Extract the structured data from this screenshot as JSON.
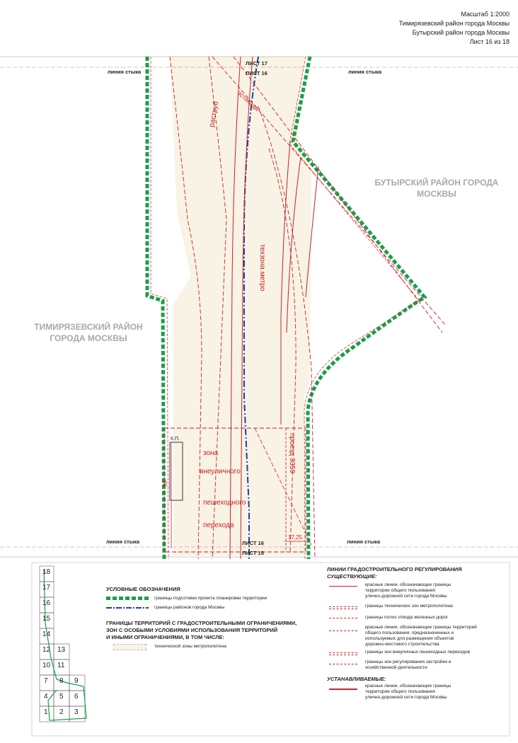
{
  "header": {
    "scale": "Масштаб 1:2000",
    "district1": "Тимирязевский район города Москвы",
    "district2": "Бутырский район города Москвы",
    "sheet": "Лист 16 из 18"
  },
  "map": {
    "stitch_label": "линия стыка",
    "sheet17": "ЛИСТ 17",
    "sheet16": "ЛИСТ 16",
    "sheet15": "ЛИСТ 15",
    "district_left_1": "ТИМИРЯЗЕВСКИЙ РАЙОН",
    "district_left_2": "ГОРОДА МОСКВЫ",
    "district_right_1": "БУТЫРСКИЙ РАЙОН ГОРОДА",
    "district_right_2": "МОСКВЫ",
    "label_rastrub": "раструб",
    "label_estakada": "эстакада",
    "label_tekhzona": "техзона метро",
    "label_proezd": "проезд 3359",
    "label_zona_1": "зона",
    "label_zona_2": "внеуличного",
    "label_zona_3": "пешеходного",
    "label_zona_4": "перехода",
    "label_kp": "К.П.",
    "label_96": "96",
    "label_1725": "17,25"
  },
  "legend": {
    "title": "УСЛОВНЫЕ ОБОЗНАЧЕНИЯ",
    "item_planning": "границы подготовки проекта планировки территории",
    "item_districts": "границы районов города Москвы",
    "subtitle_1": "ГРАНИЦЫ ТЕРРИТОРИЙ С ГРАДОСТРОИТЕЛЬНЫМИ ОГРАНИЧЕНИЯМИ,",
    "subtitle_2": "ЗОН С ОСОБЫМИ УСЛОВИЯМИ ИСПОЛЬЗОВАНИЯ ТЕРРИТОРИЙ",
    "subtitle_3": "И ИНЫМИ ОГРАНИЧЕНИЯМИ, В ТОМ ЧИСЛЕ:",
    "item_tech": "технической зоны метрополитена",
    "lines_title": "ЛИНИИ ГРАДОСТРОИТЕЛЬНОГО РЕГУЛИРОВАНИЯ",
    "existing": "СУЩЕСТВУЮЩИЕ:",
    "ex1_1": "красные линии, обозначающие границы",
    "ex1_2": "территории общего пользования",
    "ex1_3": "улично-дорожной сети города Москвы",
    "ex2": "границы технических зон метрополитена",
    "ex3": "границы полос отвода железных дорог",
    "ex4_1": "красные линии, обозначающие границы территорий",
    "ex4_2": "общего пользования, предназначенных и",
    "ex4_3": "используемых для размещения объектов",
    "ex4_4": "дорожно-мостового строительства",
    "ex5": "границы зон внеуличных пешеходных переходов",
    "ex6_1": "границы зон регулирования застройки и",
    "ex6_2": "хозяйственной деятельности",
    "established": "УСТАНАВЛИВАЕМЫЕ:",
    "st1_1": "красные линии, обозначающие границы",
    "st1_2": "территории общего пользования",
    "st1_3": "улично-дорожной сети города Москвы"
  },
  "sheet_index": [
    "18",
    "17",
    "16",
    "15",
    "14",
    "12",
    "13",
    "10",
    "11",
    "7",
    "8",
    "9",
    "4",
    "5",
    "6",
    "1",
    "2",
    "3"
  ],
  "colors": {
    "green": "#1a9e4a",
    "red": "#c8202a",
    "blue": "#1d3fa0",
    "zone": "#f8f3e4"
  }
}
